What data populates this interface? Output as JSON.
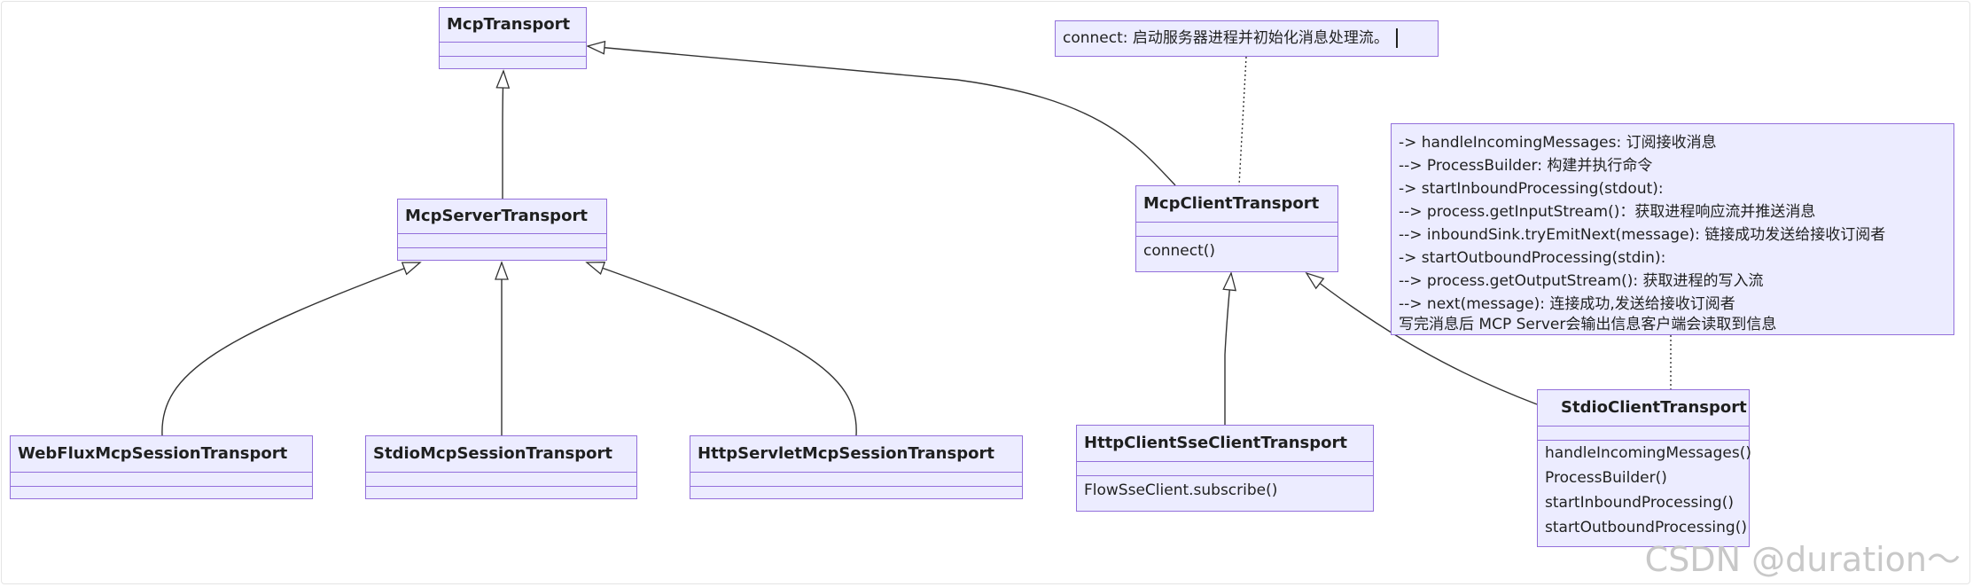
{
  "classes": {
    "mcp_transport": {
      "name": "McpTransport"
    },
    "mcp_server_transport": {
      "name": "McpServerTransport"
    },
    "mcp_client_transport": {
      "name": "McpClientTransport",
      "methods": [
        "connect()"
      ]
    },
    "webflux_session": {
      "name": "WebFluxMcpSessionTransport"
    },
    "stdio_session": {
      "name": "StdioMcpSessionTransport"
    },
    "httpservlet_session": {
      "name": "HttpServletMcpSessionTransport"
    },
    "httpclient_sse": {
      "name": "HttpClientSseClientTransport",
      "methods": [
        "FlowSseClient.subscribe()"
      ]
    },
    "stdio_client": {
      "name": "StdioClientTransport",
      "methods": [
        "handleIncomingMessages()",
        "ProcessBuilder()",
        "startInboundProcessing()",
        "startOutboundProcessing()"
      ]
    }
  },
  "notes": {
    "connect_note": "connect: 启动服务器进程并初始化消息处理流。",
    "stdio_note": [
      "-> handleIncomingMessages: 订阅接收消息",
      "--> ProcessBuilder: 构建并执行命令",
      "-> startInboundProcessing(stdout):",
      "--> process.getInputStream()：获取进程响应流并推送消息",
      "--> inboundSink.tryEmitNext(message): 链接成功发送给接收订阅者",
      "-> startOutboundProcessing(stdin):",
      "--> process.getOutputStream(): 获取进程的写入流",
      "--> next(message): 连接成功,发送给接收订阅者",
      "写完消息后 MCP Server会输出信息客户端会读取到信息"
    ]
  },
  "watermark": "CSDN @duration～",
  "colors": {
    "node_fill": "#ececff",
    "node_border": "#9370db",
    "edge": "#333333",
    "watermark": "#c8c8c8"
  }
}
